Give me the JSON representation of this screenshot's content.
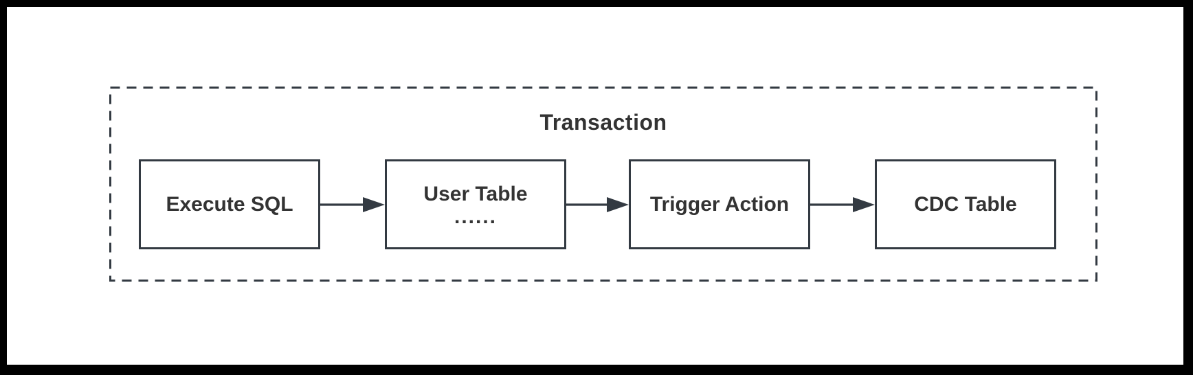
{
  "window": {
    "frame_color": "#000000",
    "canvas_color": "#ffffff"
  },
  "diagram": {
    "title": "Transaction",
    "nodes": [
      {
        "id": "execute-sql",
        "label": "Execute SQL"
      },
      {
        "id": "user-table",
        "label": "User Table",
        "sublabel": "......"
      },
      {
        "id": "trigger-action",
        "label": "Trigger Action"
      },
      {
        "id": "cdc-table",
        "label": "CDC Table"
      }
    ],
    "edges": [
      {
        "from": "execute-sql",
        "to": "user-table"
      },
      {
        "from": "user-table",
        "to": "trigger-action"
      },
      {
        "from": "trigger-action",
        "to": "cdc-table"
      }
    ],
    "colors": {
      "stroke": "#333a42",
      "text": "#333333"
    }
  }
}
